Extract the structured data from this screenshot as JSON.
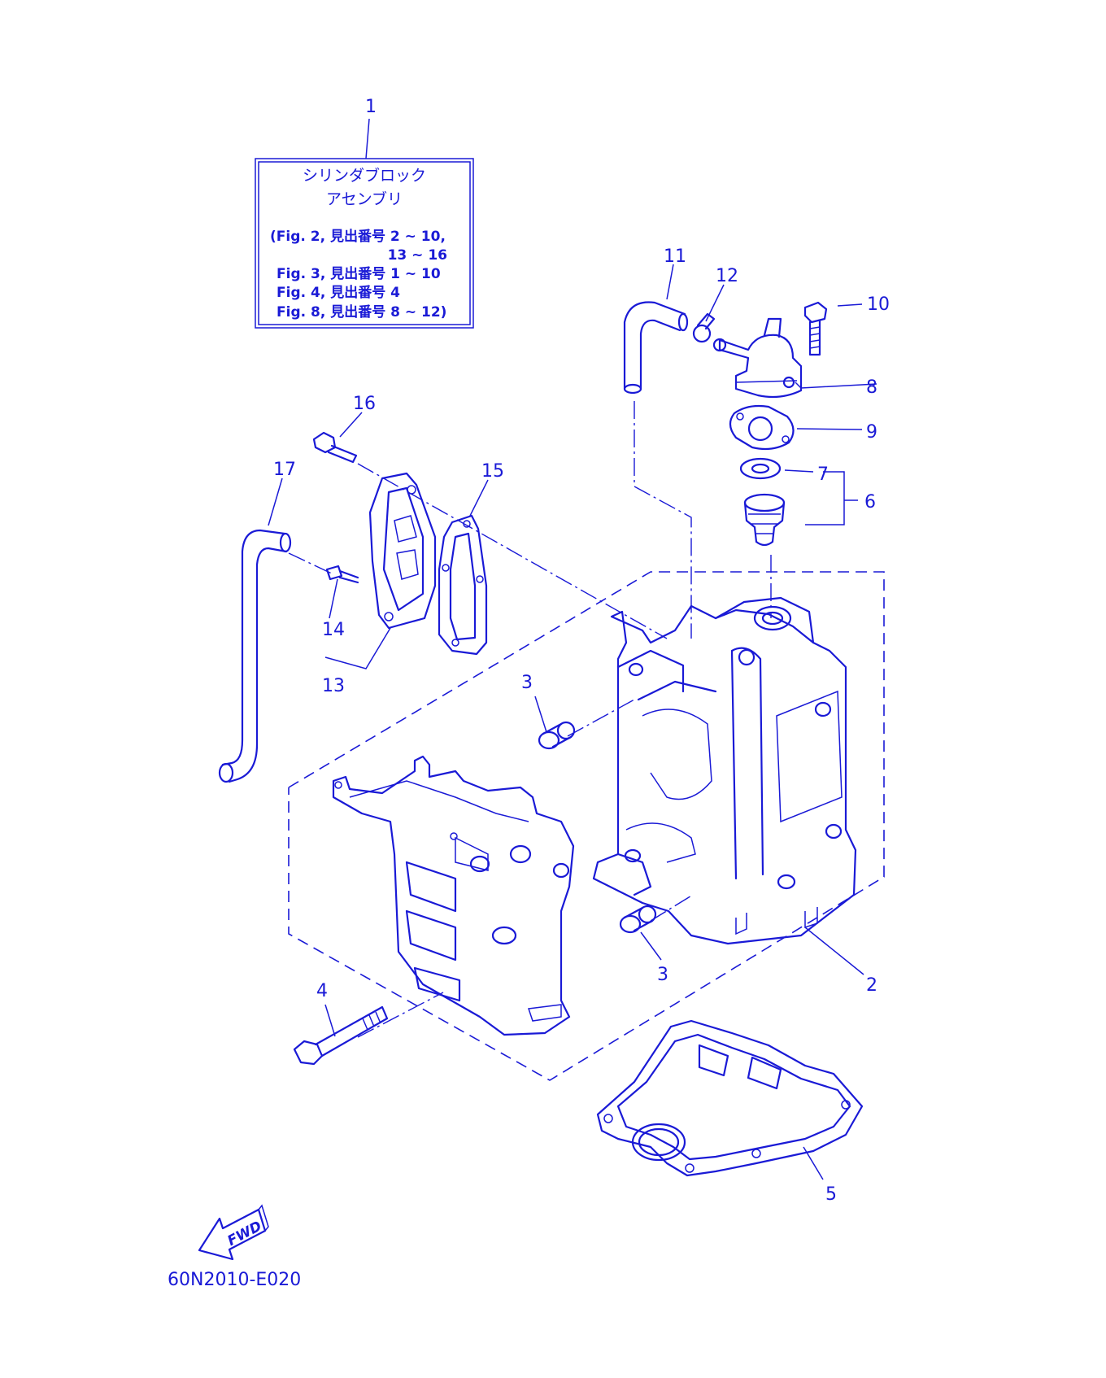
{
  "assembly_box": {
    "title_line1": "シリンダブロック",
    "title_line2": "アセンブリ",
    "refs": [
      "(Fig. 2, 見出番号 2 ~ 10,",
      "13 ~ 16",
      "Fig. 3, 見出番号 1 ~ 10",
      "Fig. 4, 見出番号 4",
      "Fig. 8, 見出番号 8 ~ 12)"
    ]
  },
  "callouts": {
    "c1": "1",
    "c2": "2",
    "c3a": "3",
    "c3b": "3",
    "c4": "4",
    "c5": "5",
    "c6": "6",
    "c7": "7",
    "c8": "8",
    "c9": "9",
    "c10": "10",
    "c11": "11",
    "c12": "12",
    "c13": "13",
    "c14": "14",
    "c15": "15",
    "c16": "16",
    "c17": "17"
  },
  "fwd_label": "FWD",
  "figure_code": "60N2010-E020",
  "colors": {
    "ink": "#1a1ad6",
    "background": "#ffffff"
  }
}
